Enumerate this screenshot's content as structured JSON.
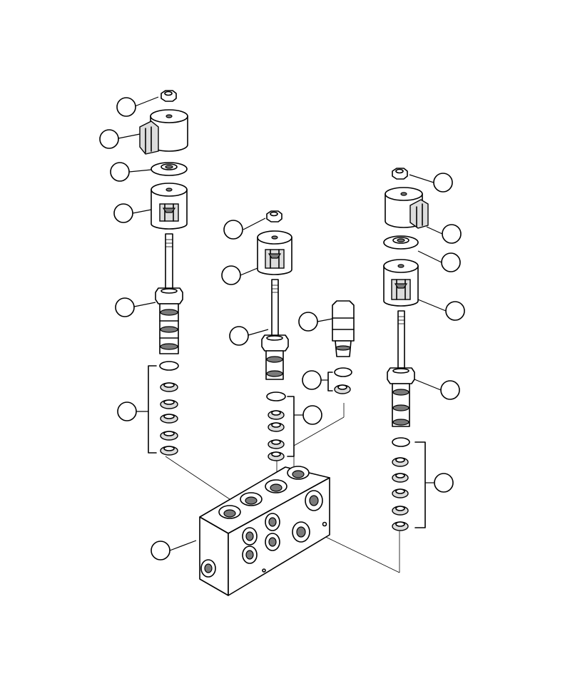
{
  "figure": {
    "parts": [
      {
        "name": "solenoid-nut"
      },
      {
        "name": "solenoid-coil"
      },
      {
        "name": "coil-washer"
      },
      {
        "name": "coil-spacer"
      },
      {
        "name": "valve-cartridge"
      },
      {
        "name": "seal-kit"
      },
      {
        "name": "relief-valve-cartridge"
      },
      {
        "name": "valve-body-manifold"
      }
    ]
  }
}
